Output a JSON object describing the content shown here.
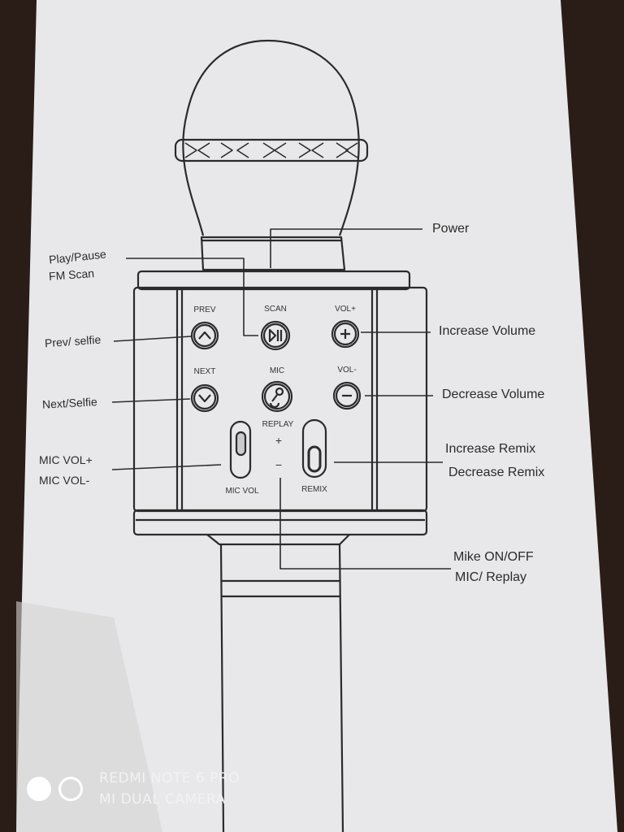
{
  "callouts": {
    "power": "Power",
    "play_pause": "Play/Pause",
    "fm_scan": "FM Scan",
    "prev_selfie": "Prev/ selfie",
    "next_selfie": "Next/Selfie",
    "mic_vol_plus": "MIC VOL+",
    "mic_vol_minus": "MIC VOL-",
    "increase_volume": "Increase Volume",
    "decrease_volume": "Decrease Volume",
    "increase_remix": "Increase Remix",
    "decrease_remix": "Decrease Remix",
    "mike_on_off": "Mike ON/OFF",
    "mic_replay": "MIC/ Replay"
  },
  "panel_labels": {
    "prev": "PREV",
    "scan": "SCAN",
    "vol_plus": "VOL+",
    "next": "NEXT",
    "mic": "MIC",
    "vol_minus": "VOL-",
    "replay": "REPLAY",
    "plus_sign": "+",
    "minus_sign": "−",
    "mic_vol": "MIC VOL",
    "remix": "REMIX"
  },
  "watermark": {
    "line1": "REDMI NOTE 6 PRO",
    "line2": "MI DUAL CAMERA"
  },
  "colors": {
    "background": "#2a1d17",
    "paper": "#e9e9ea",
    "ink": "#2b2b2b"
  }
}
